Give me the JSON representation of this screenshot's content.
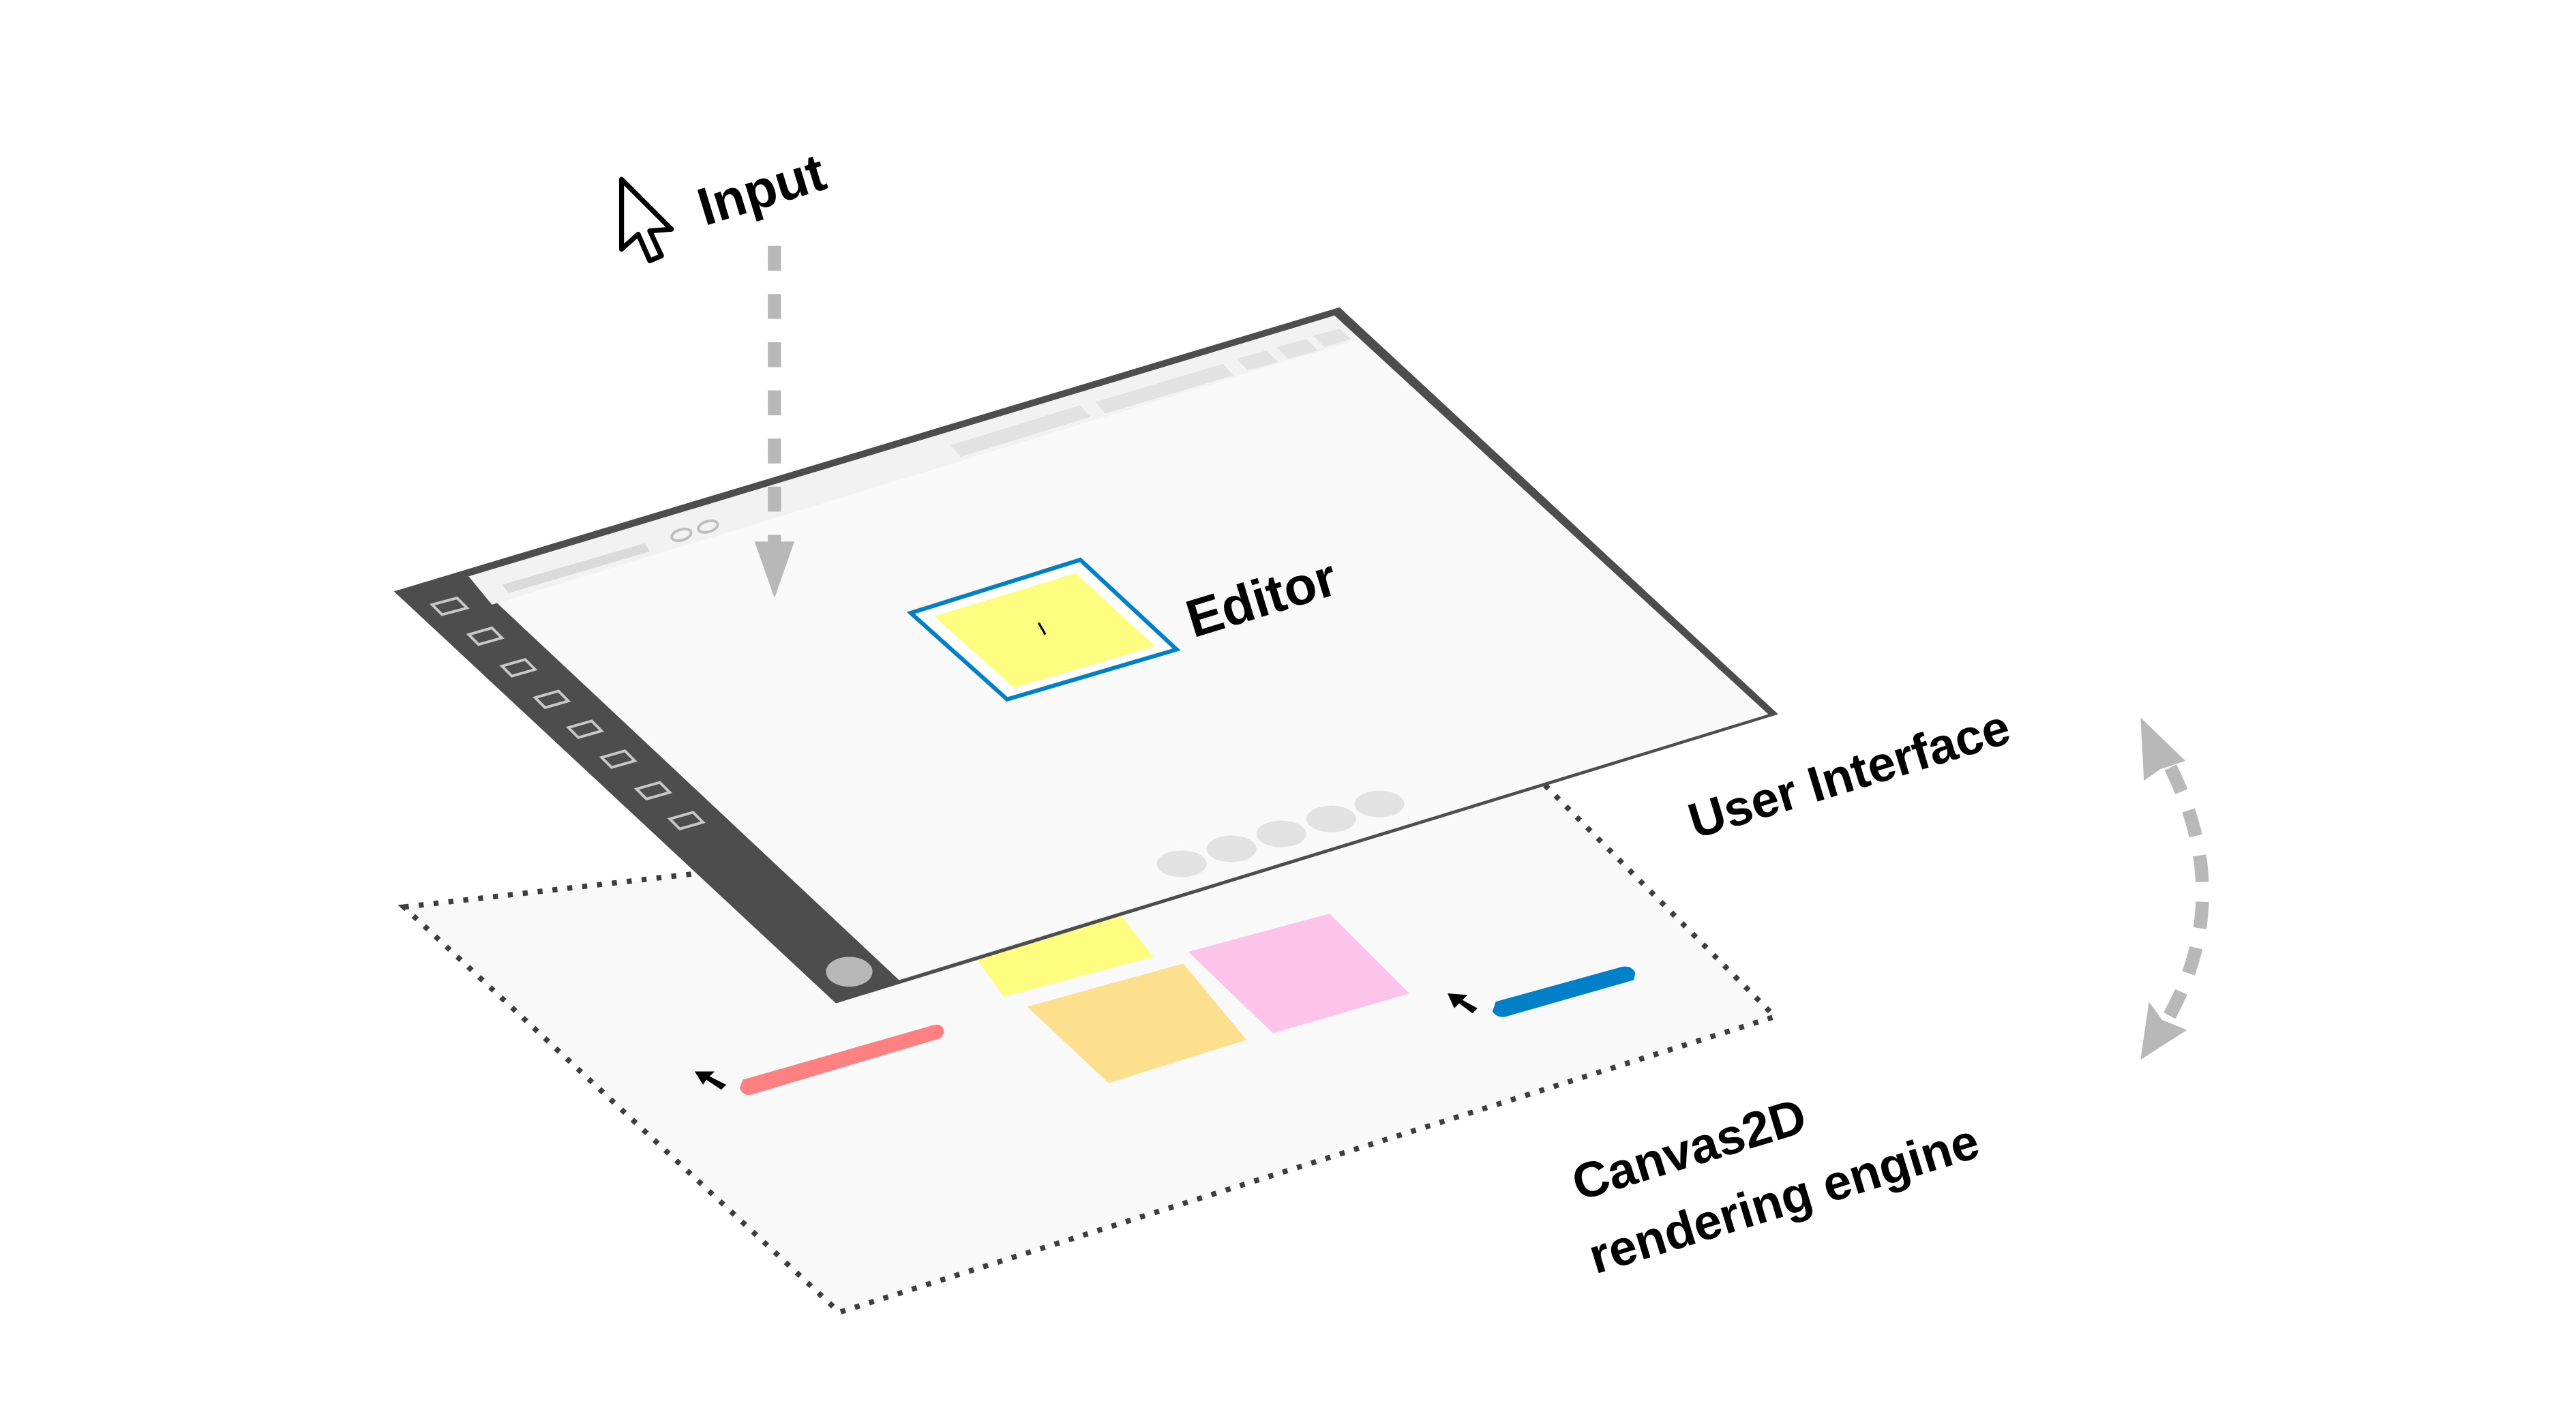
{
  "labels": {
    "input": "Input",
    "editor": "Editor",
    "user_interface": "User Interface",
    "canvas_line1": "Canvas2D",
    "canvas_line2": "rendering engine",
    "text_cursor": "I"
  },
  "layers": {
    "ui_layer": "User Interface",
    "canvas_layer": "Canvas2D rendering engine"
  },
  "editor_window": {
    "sidebar_tool_count": 8,
    "toolbar_items": [
      "address-bar",
      "toolbar-pill-1",
      "toolbar-pill-2",
      "toolbar-square-1",
      "toolbar-square-2",
      "toolbar-square-3"
    ],
    "zoom_dots_count": 5
  },
  "canvas_objects": [
    {
      "name": "sticky-note-yellow",
      "color": "#fdfd80"
    },
    {
      "name": "sticky-note-orange",
      "color": "#fde08d"
    },
    {
      "name": "sticky-note-pink",
      "color": "#fec3e8"
    },
    {
      "name": "shape-bar-red",
      "color": "#ff8080"
    },
    {
      "name": "shape-bar-blue",
      "color": "#0080c8"
    }
  ],
  "colors": {
    "window_frame": "#4d4d4d",
    "sidebar": "#4d4d4d",
    "toolbar_bg": "#f2f2f2",
    "canvas_bg": "#f9f9f9",
    "placeholder": "#e2e2e2",
    "arrow_gray": "#b8b8b8",
    "selection_blue": "#0080c8",
    "selected_note": "#fdfd80"
  }
}
